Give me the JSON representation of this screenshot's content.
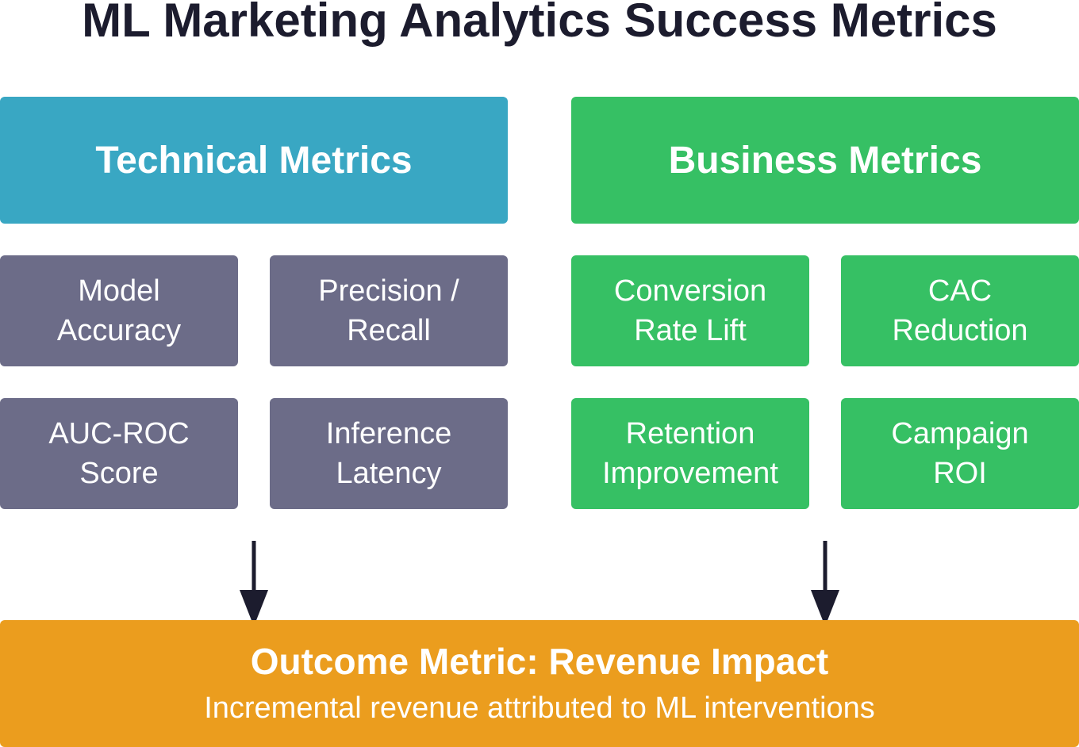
{
  "title": "ML Marketing Analytics Success Metrics",
  "technical": {
    "header": "Technical Metrics",
    "metrics": [
      "Model Accuracy",
      "Precision / Recall",
      "AUC-ROC Score",
      "Inference Latency"
    ]
  },
  "business": {
    "header": "Business Metrics",
    "metrics": [
      "Conversion Rate Lift",
      "CAC Reduction",
      "Retention Improvement",
      "Campaign ROI"
    ]
  },
  "outcome": {
    "title": "Outcome Metric: Revenue Impact",
    "subtitle": "Incremental revenue attributed to ML interventions"
  },
  "colors": {
    "technical": "#39a7c3",
    "business": "#36c064",
    "technical_metric": "#6c6c88",
    "outcome": "#eb9d1e",
    "arrow": "#1c1c2e"
  }
}
